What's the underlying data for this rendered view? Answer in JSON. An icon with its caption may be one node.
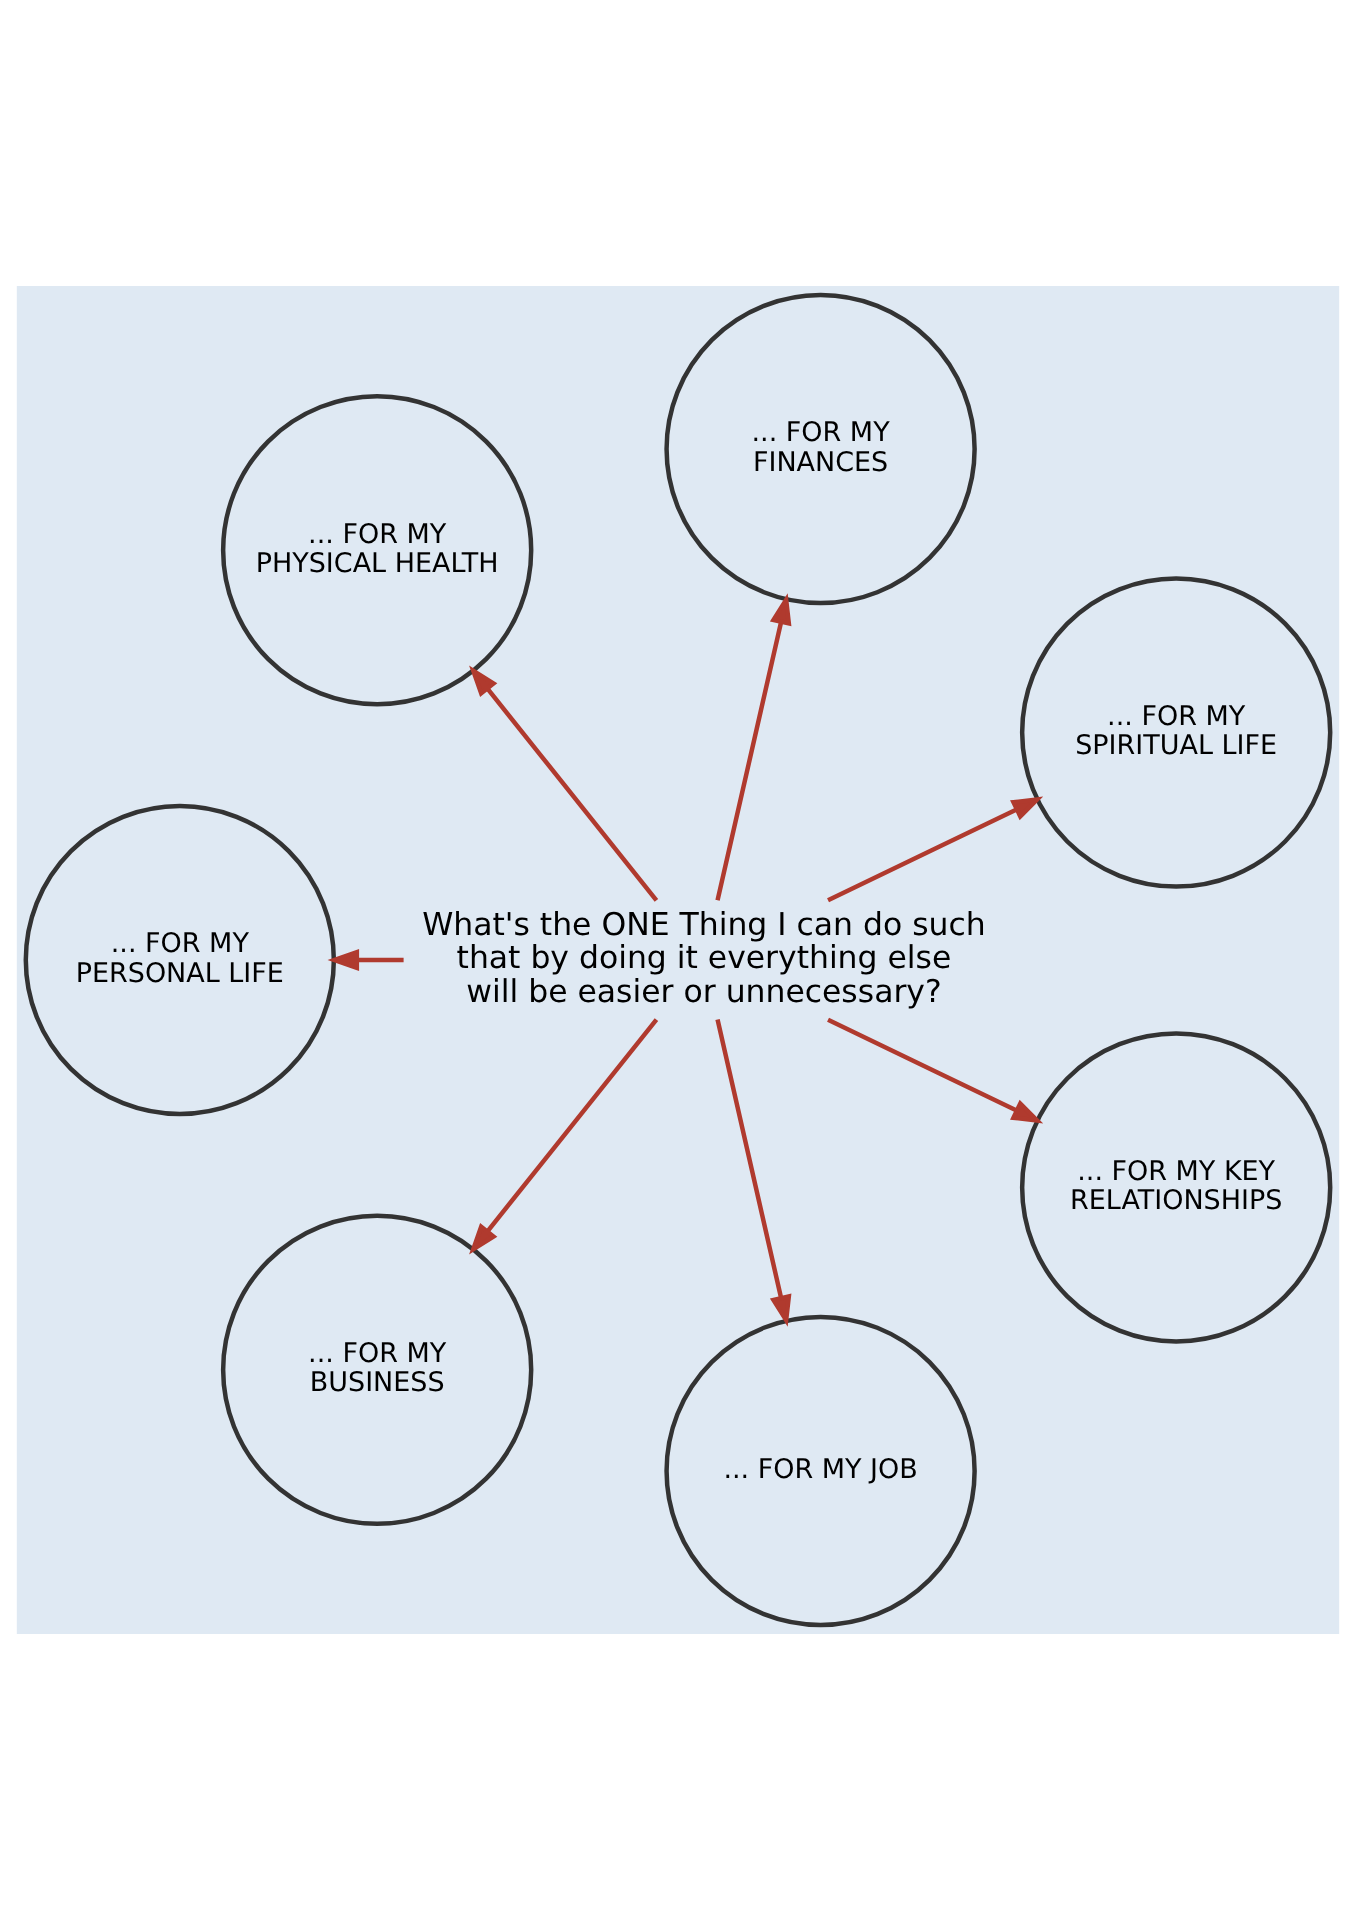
{
  "diagram": {
    "nodes": [
      {
        "text": [
          "... FOR MY SPIRITUAL LIFE"
        ]
      },
      {
        "text": [
          "... FOR MY FINANCES"
        ]
      },
      {
        "text": [
          "... FOR MY PHYSICAL HEALTH"
        ]
      },
      {
        "text": [
          "What's the ONE Thing I can do such that by doing it everything else will be easier or unnecessary?"
        ]
      },
      {
        "text": [
          "... FOR MY PERSONAL LIFE"
        ]
      },
      {
        "text": [
          "... FOR MY BUSINESS"
        ]
      },
      {
        "text": [
          "... FOR MY JOB"
        ]
      },
      {
        "text": [
          "... FOR MY KEY RELATIONSHIPS"
        ]
      }
    ],
    "edges": [
      {
        "from": 3,
        "to": 0,
        "arrow": "to"
      },
      {
        "from": 3,
        "to": 1,
        "arrow": "to"
      },
      {
        "from": 3,
        "to": 2,
        "arrow": "to"
      },
      {
        "from": 3,
        "to": 4,
        "arrow": "to"
      },
      {
        "from": 3,
        "to": 5,
        "arrow": "to"
      },
      {
        "from": 3,
        "to": 6,
        "arrow": "to"
      },
      {
        "from": 3,
        "to": 7,
        "arrow": "to"
      }
    ]
  }
}
